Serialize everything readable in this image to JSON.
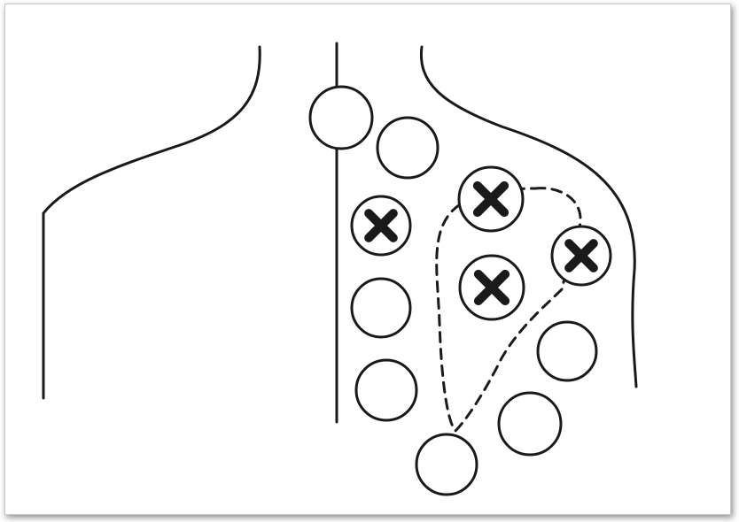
{
  "colors": {
    "line": "#1a1a1a",
    "fill": "#ffffff",
    "frame_border": "#c8c8c8"
  },
  "figure": {
    "circles": [
      {
        "id": "c1",
        "marked": false
      },
      {
        "id": "c2",
        "marked": false
      },
      {
        "id": "c3",
        "marked": true
      },
      {
        "id": "c4",
        "marked": true
      },
      {
        "id": "c5",
        "marked": true
      },
      {
        "id": "c6",
        "marked": true
      },
      {
        "id": "c7",
        "marked": false
      },
      {
        "id": "c8",
        "marked": false
      },
      {
        "id": "c9",
        "marked": false
      },
      {
        "id": "c10",
        "marked": false
      },
      {
        "id": "c11",
        "marked": false
      }
    ],
    "marked_count": 4,
    "total_count": 11,
    "marker_icon": "x-mark-icon"
  }
}
